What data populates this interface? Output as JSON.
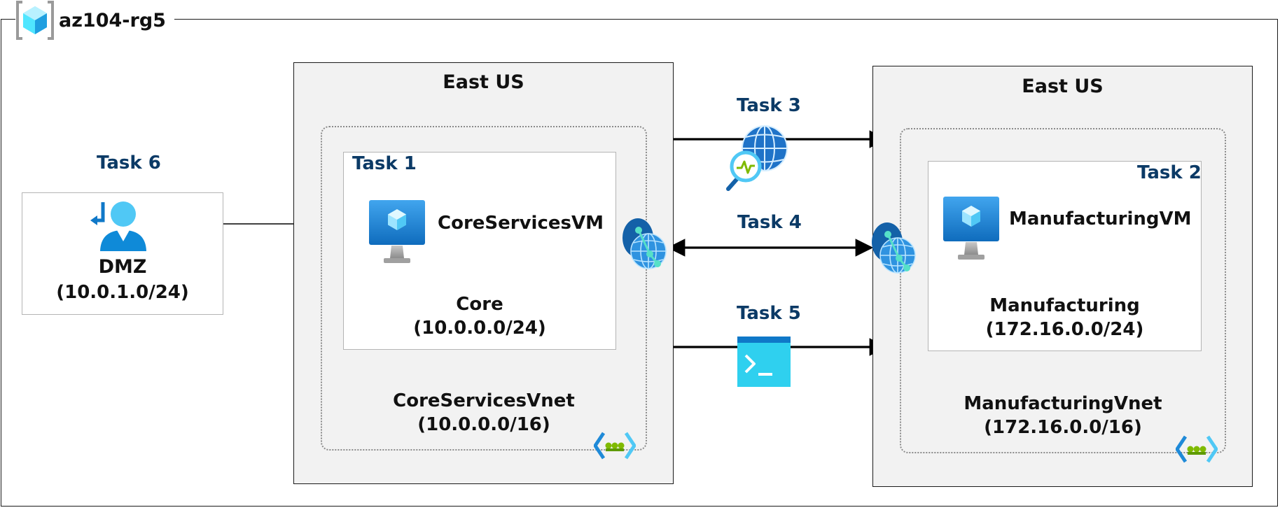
{
  "resource_group": {
    "name": "az104-rg5",
    "icon": "resource-group-icon"
  },
  "regions": [
    {
      "title": "East US"
    },
    {
      "title": "East US"
    }
  ],
  "tasks": {
    "task1": "Task 1",
    "task2": "Task 2",
    "task3": "Task 3",
    "task4": "Task 4",
    "task5": "Task 5",
    "task6": "Task 6"
  },
  "dmz": {
    "name": "DMZ",
    "cidr": "(10.0.1.0/24)",
    "icon": "user-icon"
  },
  "core": {
    "vm_name": "CoreServicesVM",
    "subnet_name": "Core",
    "subnet_cidr": "(10.0.0.0/24)",
    "vnet_name": "CoreServicesVnet",
    "vnet_cidr": "(10.0.0.0/16)"
  },
  "manufacturing": {
    "vm_name": "ManufacturingVM",
    "subnet_name": "Manufacturing",
    "subnet_cidr": "(172.16.0.0/24)",
    "vnet_name": "ManufacturingVnet",
    "vnet_cidr": "(172.16.0.0/16)"
  },
  "icons": [
    "vm-icon",
    "network-gateway-icon",
    "network-watcher-icon",
    "cloud-shell-icon",
    "vnet-icon"
  ],
  "colors": {
    "task_text": "#0b3a66",
    "azure_blue": "#1f8ad8",
    "azure_cyan": "#50e6ff",
    "region_bg": "#f2f2f2"
  }
}
